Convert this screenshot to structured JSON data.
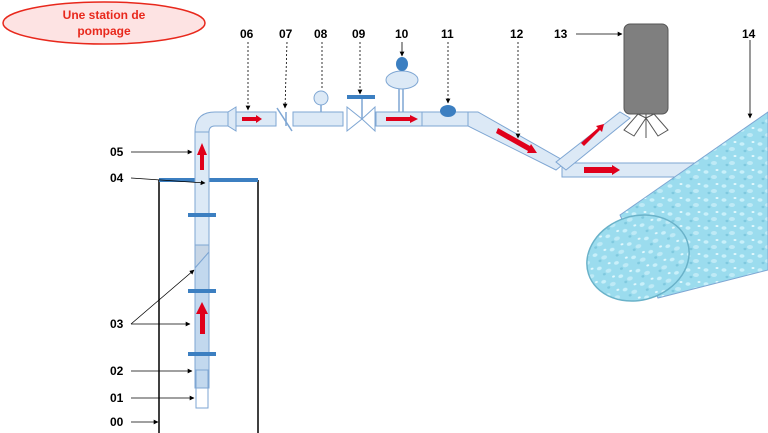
{
  "title": {
    "line1": "Une station de",
    "line2": "pompage"
  },
  "labels": {
    "l00": "00",
    "l01": "01",
    "l02": "02",
    "l03": "03",
    "l04": "04",
    "l05": "05",
    "l06": "06",
    "l07": "07",
    "l08": "08",
    "l09": "09",
    "l10": "10",
    "l11": "11",
    "l12": "12",
    "l13": "13",
    "l14": "14"
  },
  "colors": {
    "pipe_fill": "#dce9f6",
    "pipe_stroke": "#7ea6d3",
    "flow_arrow": "#e0001b",
    "flange": "#3c7fc1",
    "tank": "#7f7f7f",
    "reservoir": "#8fd3e6",
    "title_fill": "#fde3e3",
    "title_stroke": "#e8281c"
  }
}
